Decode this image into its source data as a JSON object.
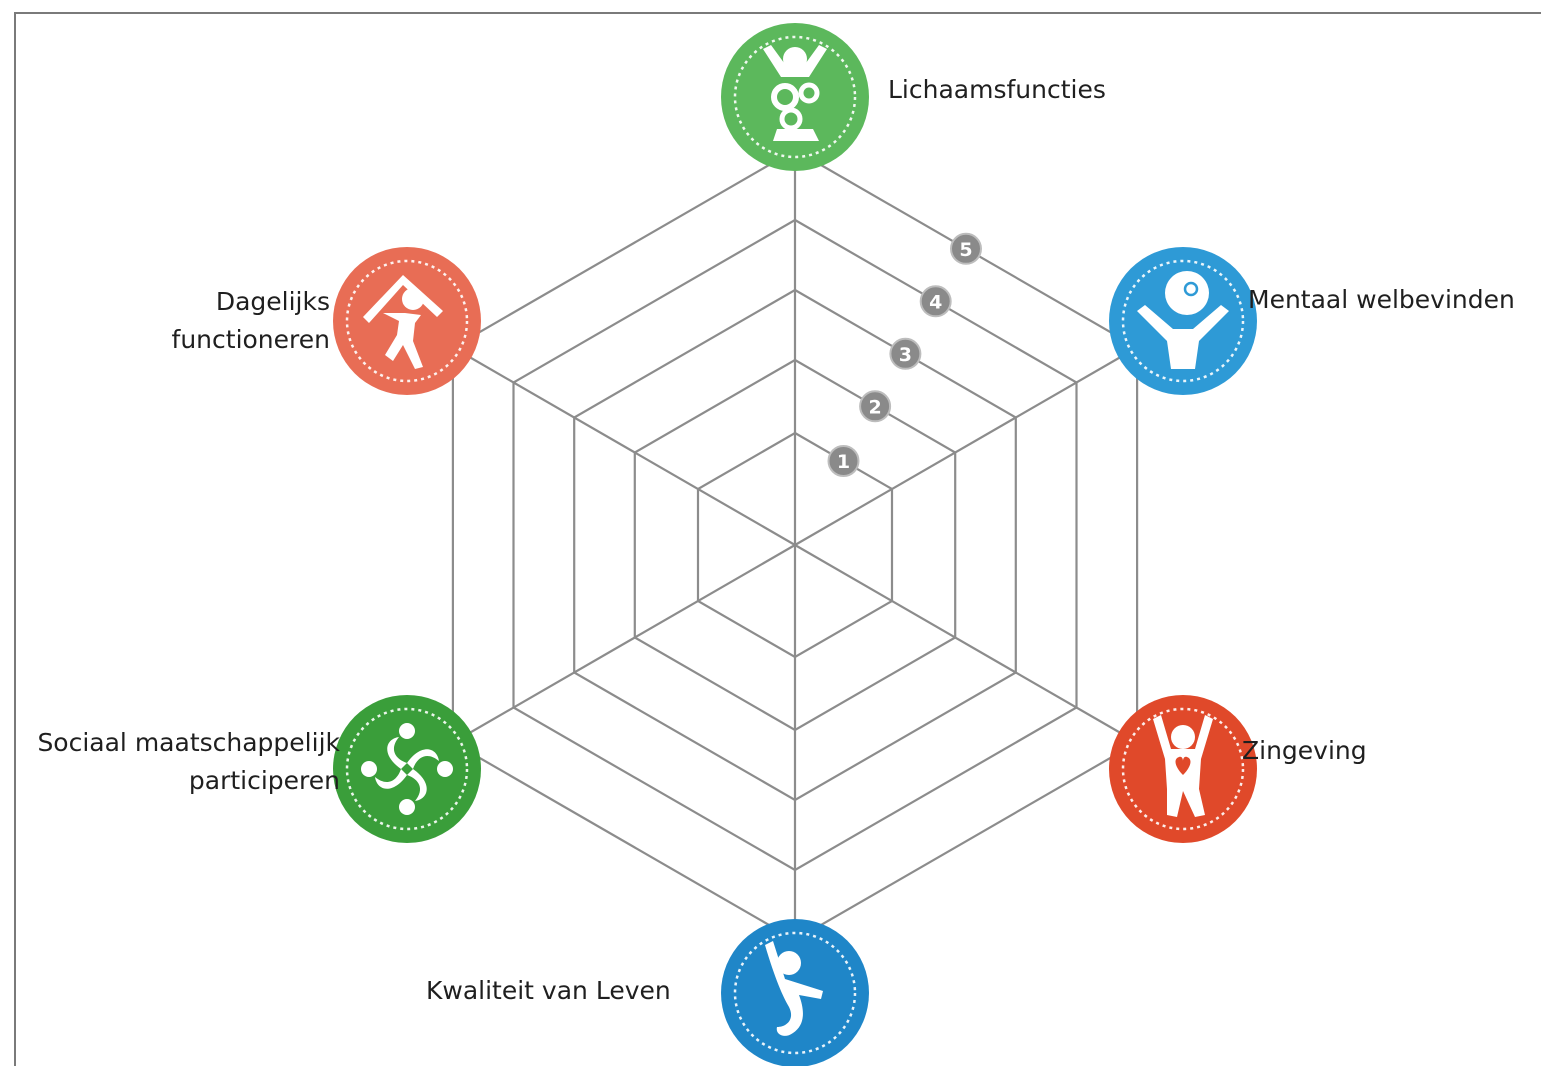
{
  "scale_labels": [
    "1",
    "2",
    "3",
    "4",
    "5"
  ],
  "dimensions": [
    {
      "id": "lichaamsfuncties",
      "lines": [
        "Lichaamsfuncties"
      ],
      "color": "#5cb85c",
      "icon": "person-gears-icon"
    },
    {
      "id": "mentaal-welbevinden",
      "lines": [
        "Mentaal welbevinden"
      ],
      "color": "#2e9ad6",
      "icon": "person-head-gears-icon"
    },
    {
      "id": "zingeving",
      "lines": [
        "Zingeving"
      ],
      "color": "#e0492a",
      "icon": "person-heart-icon"
    },
    {
      "id": "kwaliteit-van-leven",
      "lines": [
        "Kwaliteit van Leven"
      ],
      "color": "#1f86c8",
      "icon": "person-jumping-icon"
    },
    {
      "id": "sociaal-maatschappelijk-participeren",
      "lines": [
        "Sociaal maatschappelijk",
        "participeren"
      ],
      "color": "#3a9e3a",
      "icon": "people-circle-icon"
    },
    {
      "id": "dagelijks-functioneren",
      "lines": [
        "Dagelijks",
        "functioneren"
      ],
      "color": "#e86d55",
      "icon": "person-house-icon"
    }
  ]
}
